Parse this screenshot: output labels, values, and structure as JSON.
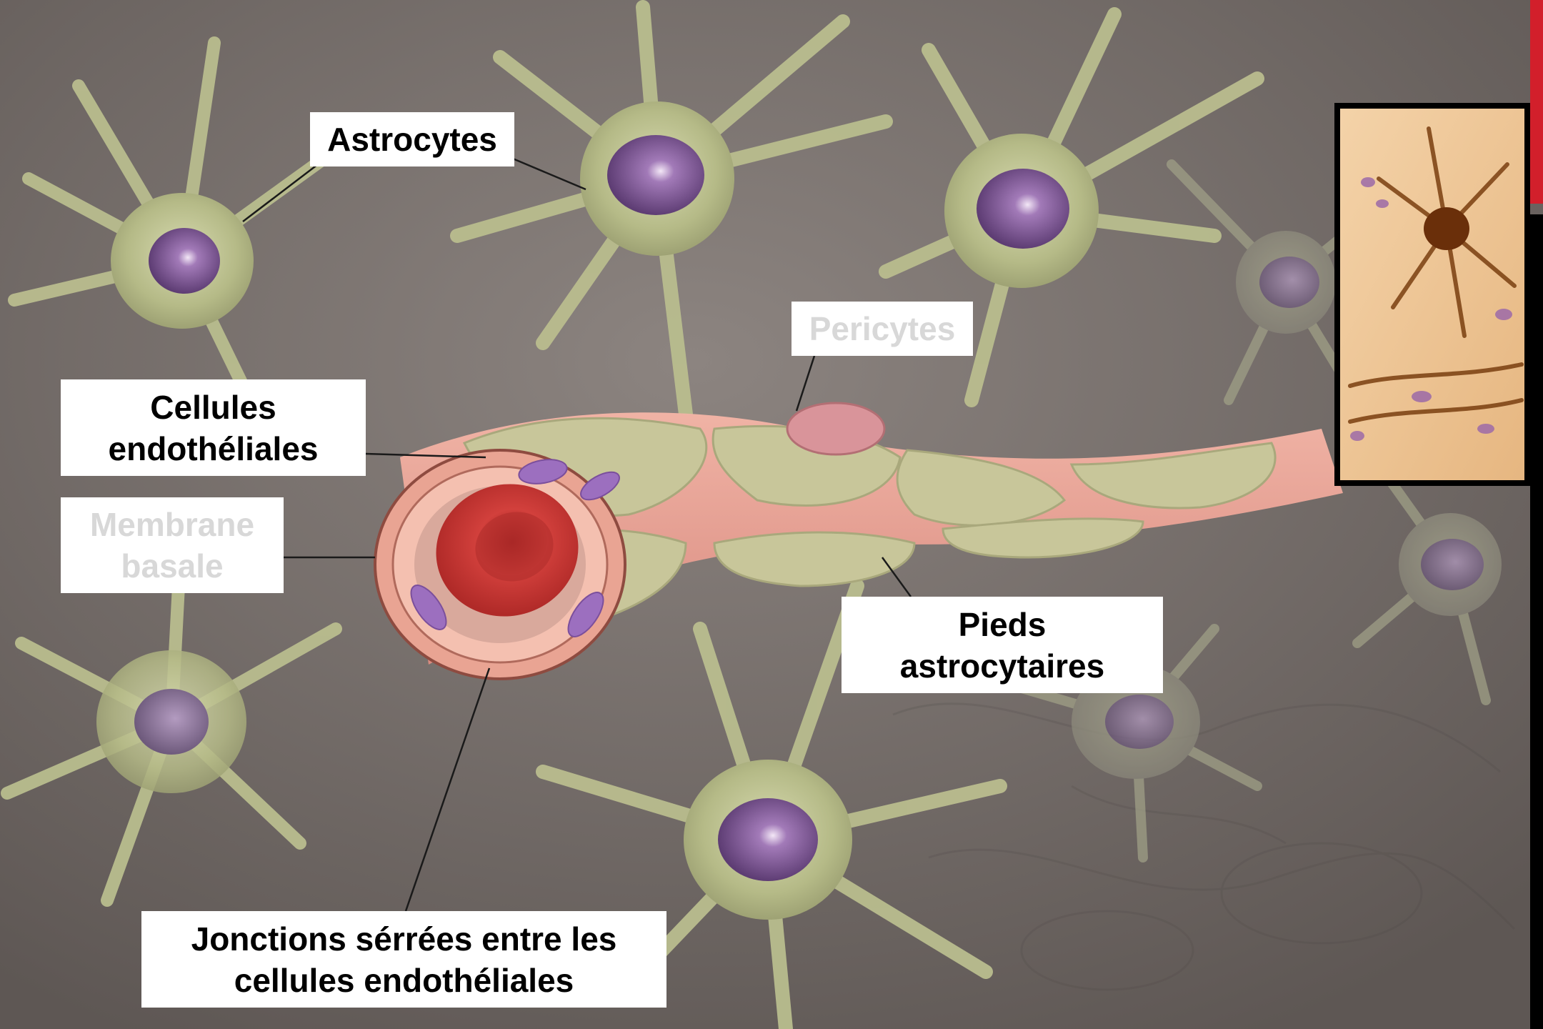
{
  "labels": {
    "astrocytes": "Astrocytes",
    "pericytes": "Pericytes",
    "endothelial": [
      "Cellules",
      "endothéliales"
    ],
    "basement_membrane": [
      "Membrane",
      "basale"
    ],
    "astrocyte_feet": [
      "Pieds",
      "astrocytaires"
    ],
    "tight_junctions": [
      "Jonctions sérrées entre les",
      "cellules endothéliales"
    ]
  },
  "colors": {
    "background": "#6f6763",
    "astrocyte_body": "#b8bd8c",
    "nucleus": "#7a4f8e",
    "vessel_wall": "#e8a898",
    "red_blood_cell": "#c9302f",
    "accent_red": "#d21f2b",
    "label_bg": "#ffffff"
  },
  "icons": {
    "micrograph": "astrocyte-micrograph-photo"
  }
}
